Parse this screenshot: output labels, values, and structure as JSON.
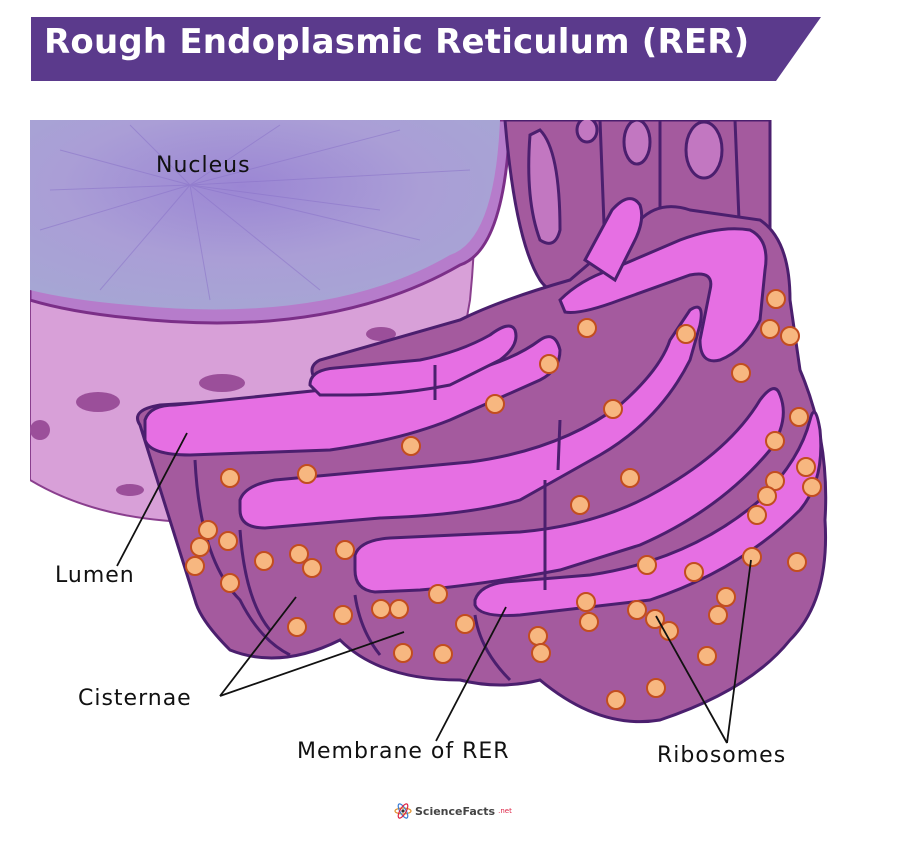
{
  "title": "Rough Endoplasmic Reticulum (RER)",
  "labels": {
    "nucleus": "Nucleus",
    "lumen": "Lumen",
    "cisternae": "Cisternae",
    "membrane": "Membrane of RER",
    "ribosomes": "Ribosomes"
  },
  "brand": {
    "name": "ScienceFacts",
    "suffix": ".net"
  },
  "colors": {
    "banner": "#5b3a8c",
    "nucleus": "#a99bd6",
    "nuclear_envelope": "#d9a0dc",
    "cisterna_body": "#a45a9e",
    "lumen": "#e66fe3",
    "membrane_outline": "#4b1f6e",
    "ribosome": "#f7b780",
    "ribosome_outline": "#c24d1f"
  }
}
